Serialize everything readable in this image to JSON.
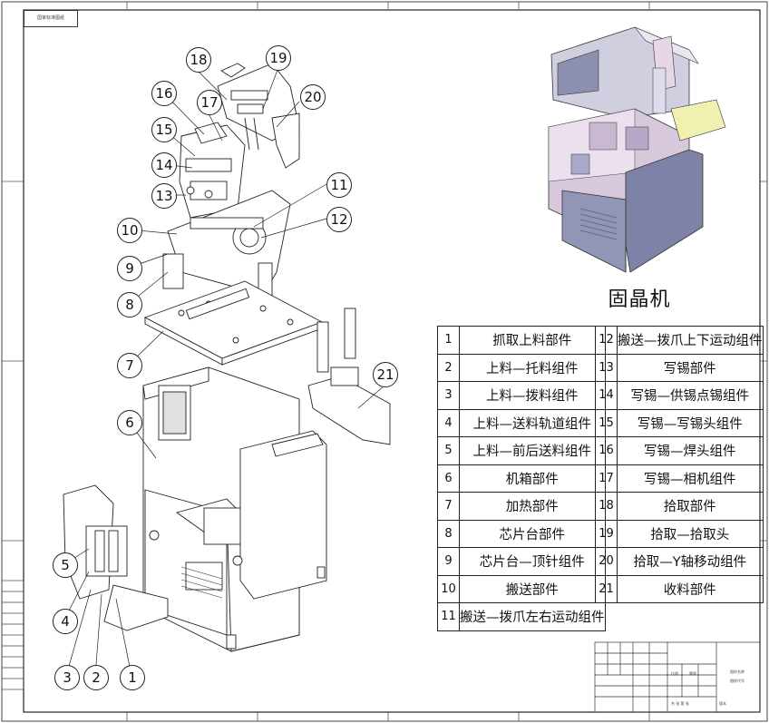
{
  "sheet_tag": "国家标准图纸",
  "machine_title": "固晶机",
  "parts_left": [
    {
      "num": "1",
      "name": "抓取上料部件"
    },
    {
      "num": "2",
      "name": "上料—托料组件"
    },
    {
      "num": "3",
      "name": "上料—拨料组件"
    },
    {
      "num": "4",
      "name": "上料—送料轨道组件"
    },
    {
      "num": "5",
      "name": "上料—前后送料组件"
    },
    {
      "num": "6",
      "name": "机箱部件"
    },
    {
      "num": "7",
      "name": "加热部件"
    },
    {
      "num": "8",
      "name": "芯片台部件"
    },
    {
      "num": "9",
      "name": "芯片台—顶针组件"
    },
    {
      "num": "10",
      "name": "搬送部件"
    },
    {
      "num": "11",
      "name": "搬送—拨爪左右运动组件"
    }
  ],
  "parts_right": [
    {
      "num": "12",
      "name": "搬送—拨爪上下运动组件"
    },
    {
      "num": "13",
      "name": "写锡部件"
    },
    {
      "num": "14",
      "name": "写锡—供锡点锡组件"
    },
    {
      "num": "15",
      "name": "写锡—写锡头组件"
    },
    {
      "num": "16",
      "name": "写锡—焊头组件"
    },
    {
      "num": "17",
      "name": "写锡—相机组件"
    },
    {
      "num": "18",
      "name": "拾取部件"
    },
    {
      "num": "19",
      "name": "拾取—拾取头"
    },
    {
      "num": "20",
      "name": "拾取—Y轴移动组件"
    },
    {
      "num": "21",
      "name": "收料部件"
    }
  ],
  "callouts": [
    "1",
    "2",
    "3",
    "4",
    "5",
    "6",
    "7",
    "8",
    "9",
    "10",
    "11",
    "12",
    "13",
    "14",
    "15",
    "16",
    "17",
    "18",
    "19",
    "20",
    "21"
  ],
  "title_block": {
    "drawing_name": "图样名称",
    "drawing_code": "图样代号",
    "scale": "比例",
    "weight": "重量",
    "sheet": "共 张 第 张",
    "version": "版本"
  }
}
